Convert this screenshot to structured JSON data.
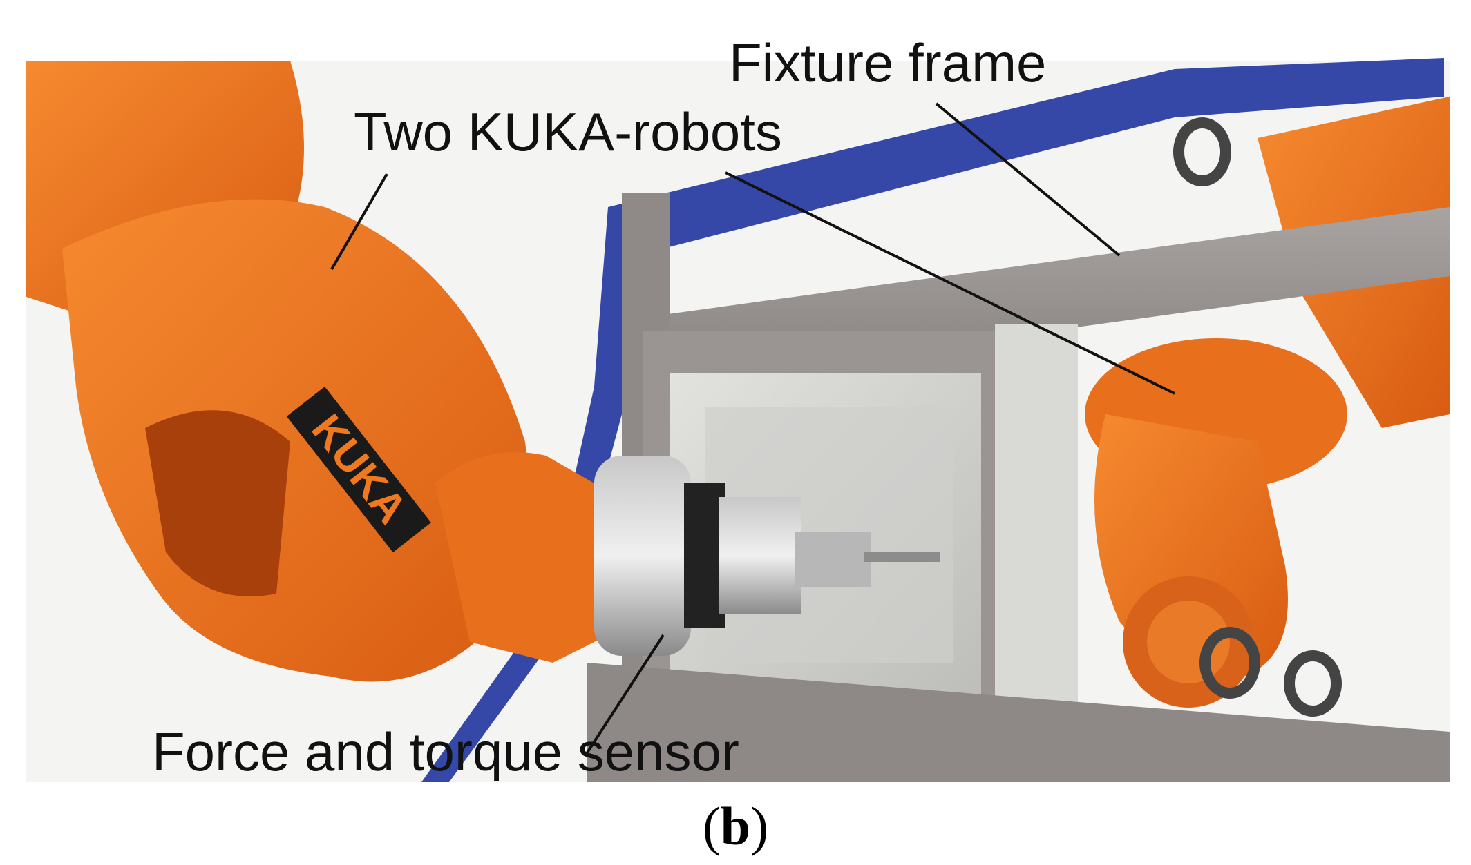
{
  "figure": {
    "callouts": {
      "fixture_frame": "Fixture frame",
      "two_kuka_robots": "Two KUKA-robots",
      "force_torque_sensor": "Force and torque sensor"
    },
    "robot_logo": "KUKA",
    "caption": {
      "open_paren": "(",
      "letter": "b",
      "close_paren": ")"
    },
    "colors": {
      "robot_orange": "#f0781e",
      "robot_orange_dark": "#c4520e",
      "frame_steel": "#9a9593",
      "blue_rail": "#3548a8",
      "workpiece_aluminium": "#d6d6d3",
      "background": "#f4f4f2"
    }
  }
}
